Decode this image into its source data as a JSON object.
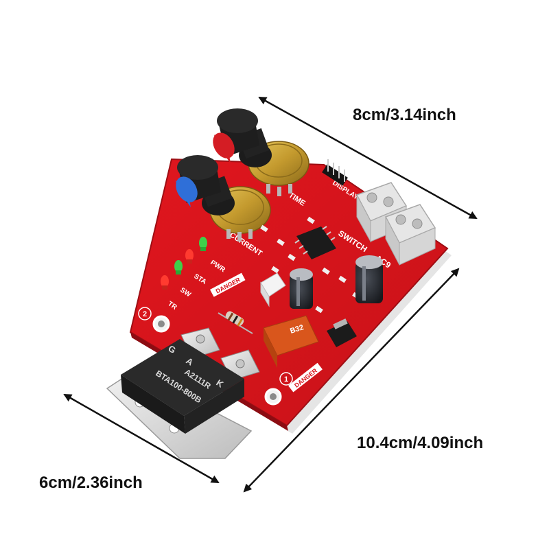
{
  "dimensions": {
    "top": "8cm/3.14inch",
    "right": "10.4cm/4.09inch",
    "bottom_left": "6cm/2.36inch"
  },
  "board": {
    "silkscreen": {
      "display": "DISPLAY",
      "time": "TIME",
      "current": "CURRENT",
      "switch": "SWITCH",
      "ac": "AC9",
      "led_pwr": "PWR",
      "led_sta": "STA",
      "led_sw": "SW",
      "tr": "TR",
      "danger_top": "DANGER",
      "danger_bottom": "DANGER",
      "hole_1": "1",
      "hole_2": "2",
      "fuse": "B32"
    },
    "triac": {
      "pin_g": "G",
      "pin_a": "A",
      "pin_k": "K",
      "part": "A2111R",
      "model": "BTA100-800B"
    }
  },
  "colors": {
    "pcb_red": "#d8141c",
    "knob_red": "#d41d24",
    "knob_blue": "#2f6fd8",
    "pot_gold": "#c9a43a",
    "terminal_gray": "#dcdcdc",
    "capacitor": "#2a2d33"
  }
}
